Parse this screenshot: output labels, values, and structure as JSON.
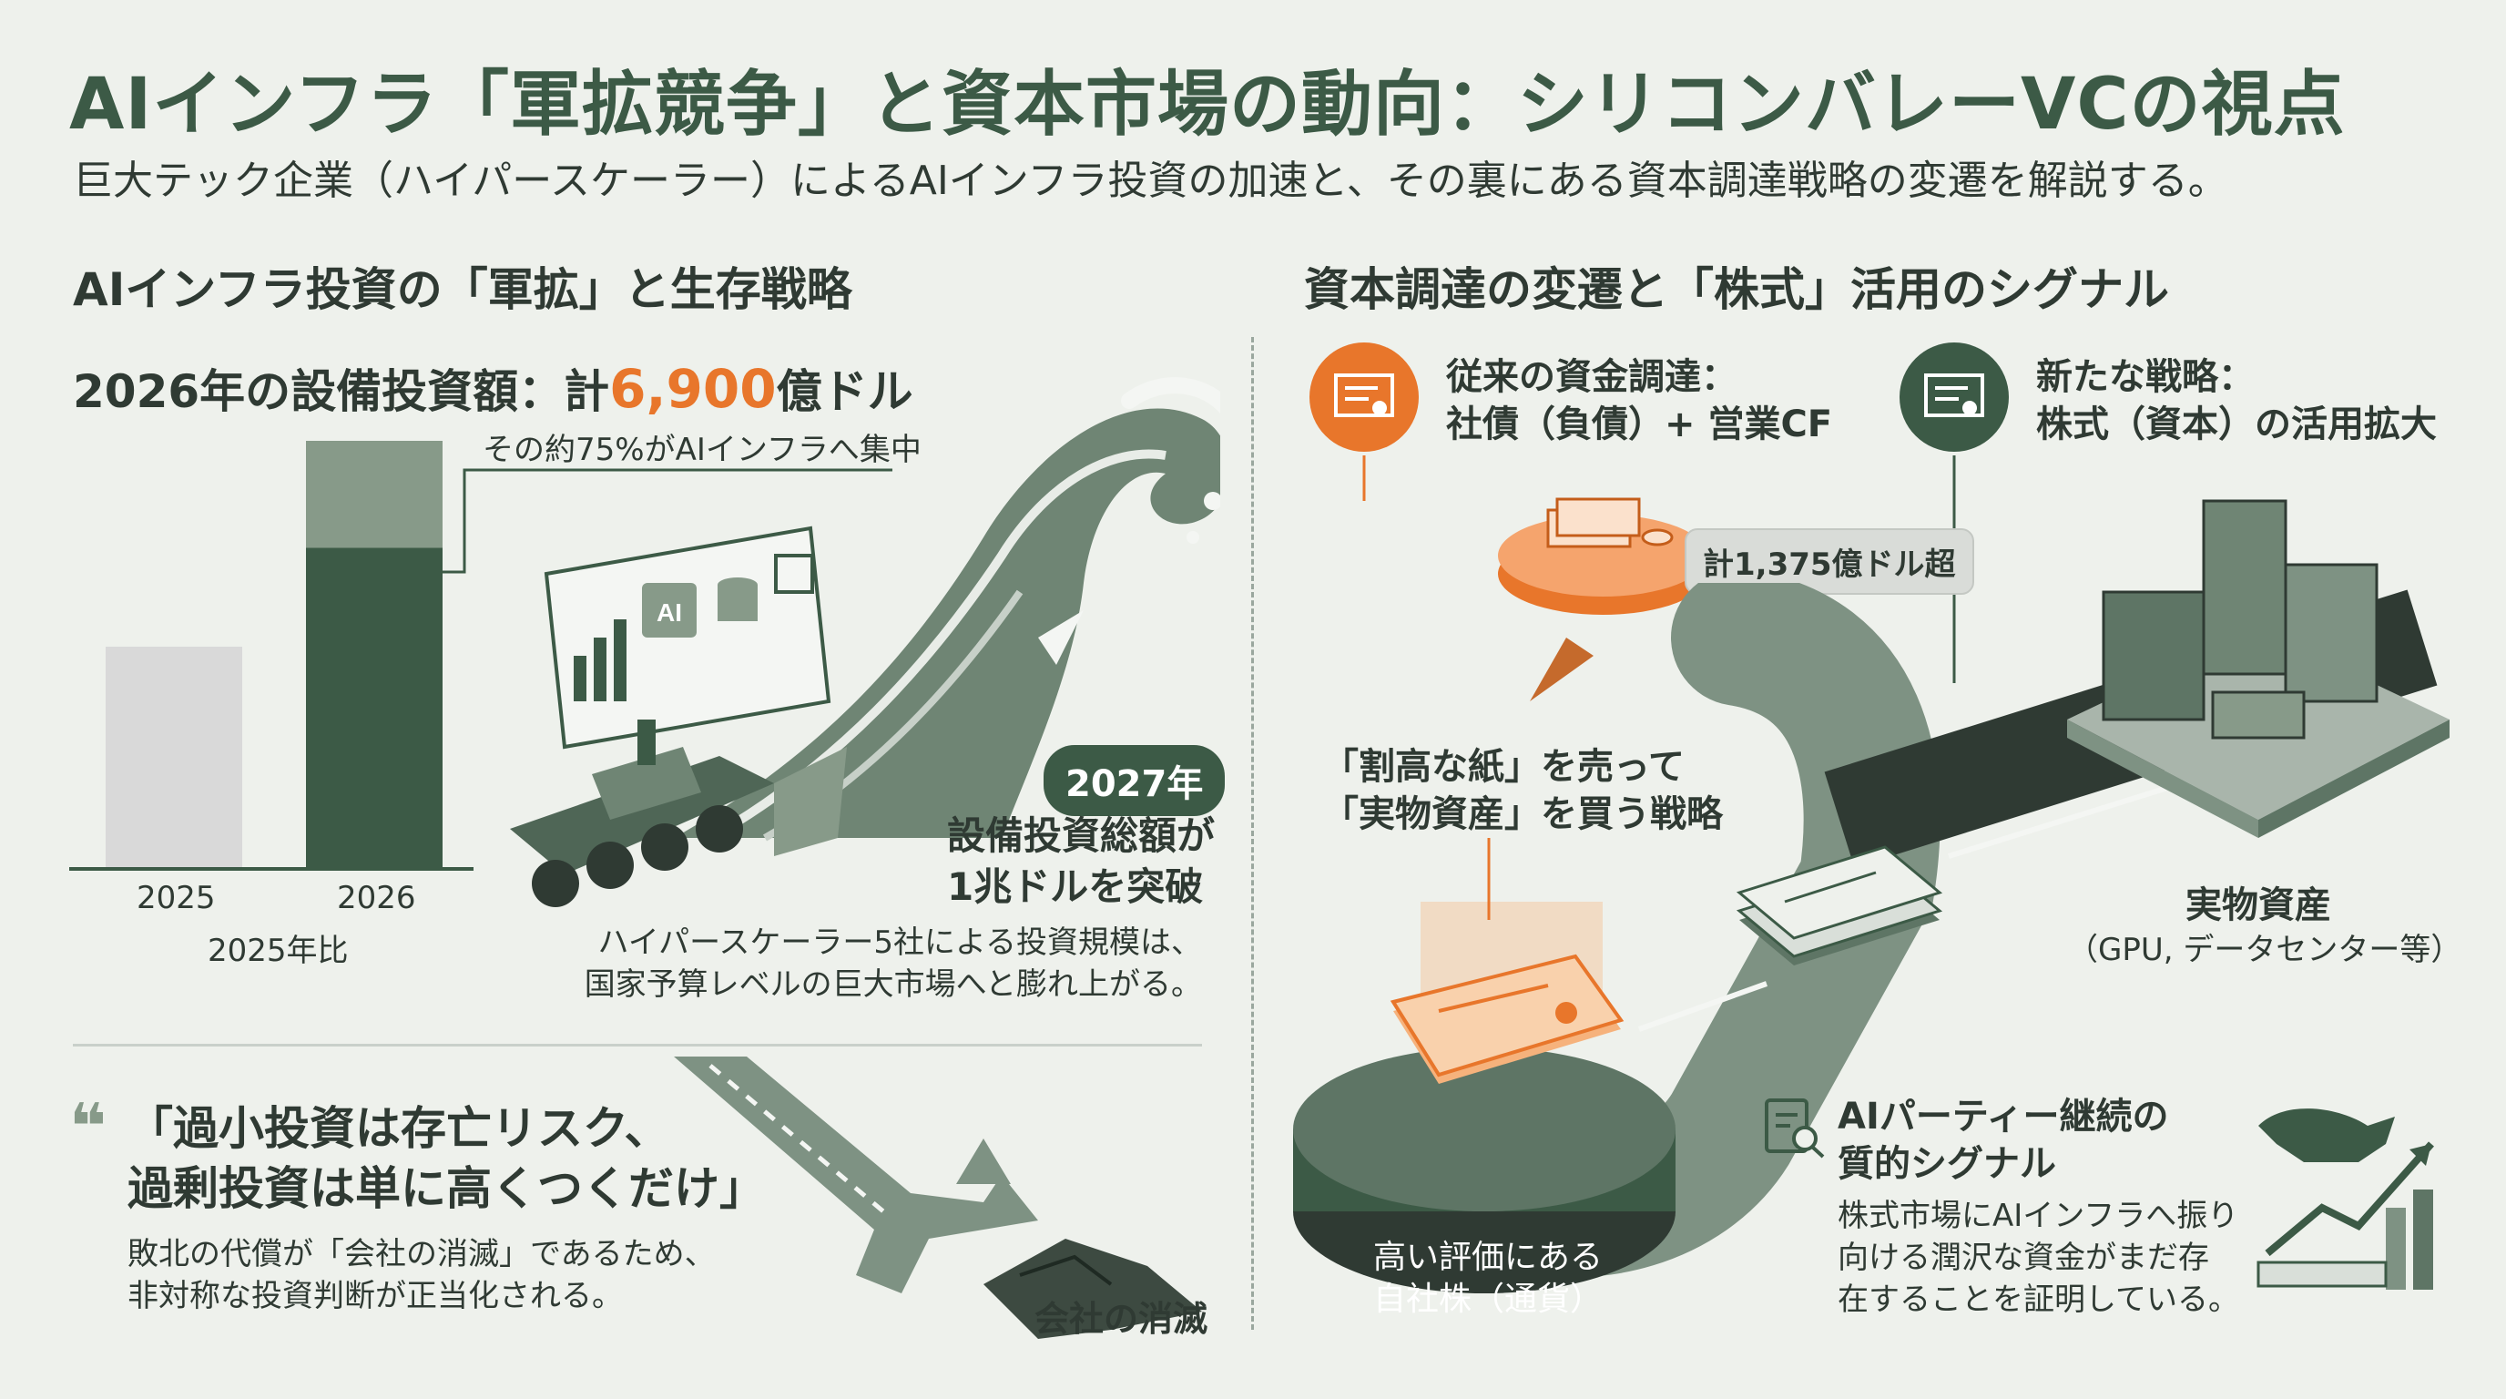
{
  "header": {
    "title": "AIインフラ「軍拡競争」と資本市場の動向：シリコンバレーVCの視点",
    "subtitle": "巨大テック企業（ハイパースケーラー）によるAIインフラ投資の加速と、その裏にある資本調達戦略の変遷を解説する。"
  },
  "left": {
    "heading": "AIインフラ投資の「軍拡」と生存戦略",
    "capex_prefix": "2026年の設備投資額：計",
    "capex_value": "6,900",
    "capex_suffix": "億ドル",
    "callout": "その約75%がAIインフラへ集中",
    "chart_caption": "2025年比",
    "pill_2027": "2027年",
    "bold_2027": [
      "設備投資総額が",
      "1兆ドルを突破"
    ],
    "body_2027": [
      "ハイパースケーラー5社による投資規模は、",
      "国家予算レベルの巨大市場へと膨れ上がる。"
    ],
    "screen_ai_label": "AI",
    "quote_mark": "❝",
    "quote_lines": [
      "「過小投資は存亡リスク、",
      "過剰投資は単に高くつくだけ」"
    ],
    "quote_body": [
      "敗北の代償が「会社の消滅」であるため、",
      "非対称な投資判断が正当化される。"
    ],
    "extinction_label": "会社の消滅"
  },
  "chart_data": {
    "type": "bar",
    "categories": [
      "2025",
      "2026"
    ],
    "series": [
      {
        "values": [
          null,
          0.75
        ]
      },
      {
        "values": [
          null,
          0.25
        ]
      }
    ],
    "annotations": [
      "その約75%がAIインフラへ集中"
    ],
    "xlabel": "2025年比",
    "ylabel": "",
    "grid": false,
    "colors": [
      "#3c5a46",
      "#879a89",
      "#d9d9d9"
    ]
  },
  "right": {
    "heading": "資本調達の変遷と「株式」活用のシグナル",
    "traditional": [
      "従来の資金調達：",
      "社債（負債）+ 営業CF"
    ],
    "new_strategy": [
      "新たな戦略：",
      "株式（資本）の活用拡大"
    ],
    "total_pill": "計1,375億ドル超",
    "strategy_quote": [
      "「割高な紙」を売って",
      "「実物資産」を買う戦略"
    ],
    "real_assets": [
      "実物資産",
      "（GPU, データセンター等）"
    ],
    "stock_label": [
      "高い評価にある",
      "自社株（通貨）"
    ],
    "signal_heading": [
      "AIパーティー継続の",
      "質的シグナル"
    ],
    "signal_body": [
      "株式市場にAIインフラへ振り",
      "向ける潤沢な資金がまだ存",
      "在することを証明している。"
    ]
  },
  "colors": {
    "accent_green": "#3c5a46",
    "accent_orange": "#e8762b",
    "mid_green": "#879a89",
    "light_gray": "#d9d9d9"
  },
  "icons": [
    "tsunami-wave",
    "bulldozer",
    "dashboard-screen",
    "cpu-chip",
    "database",
    "certificate",
    "money-stack",
    "buildings",
    "search-document",
    "bull",
    "trend-arrow",
    "crack"
  ]
}
